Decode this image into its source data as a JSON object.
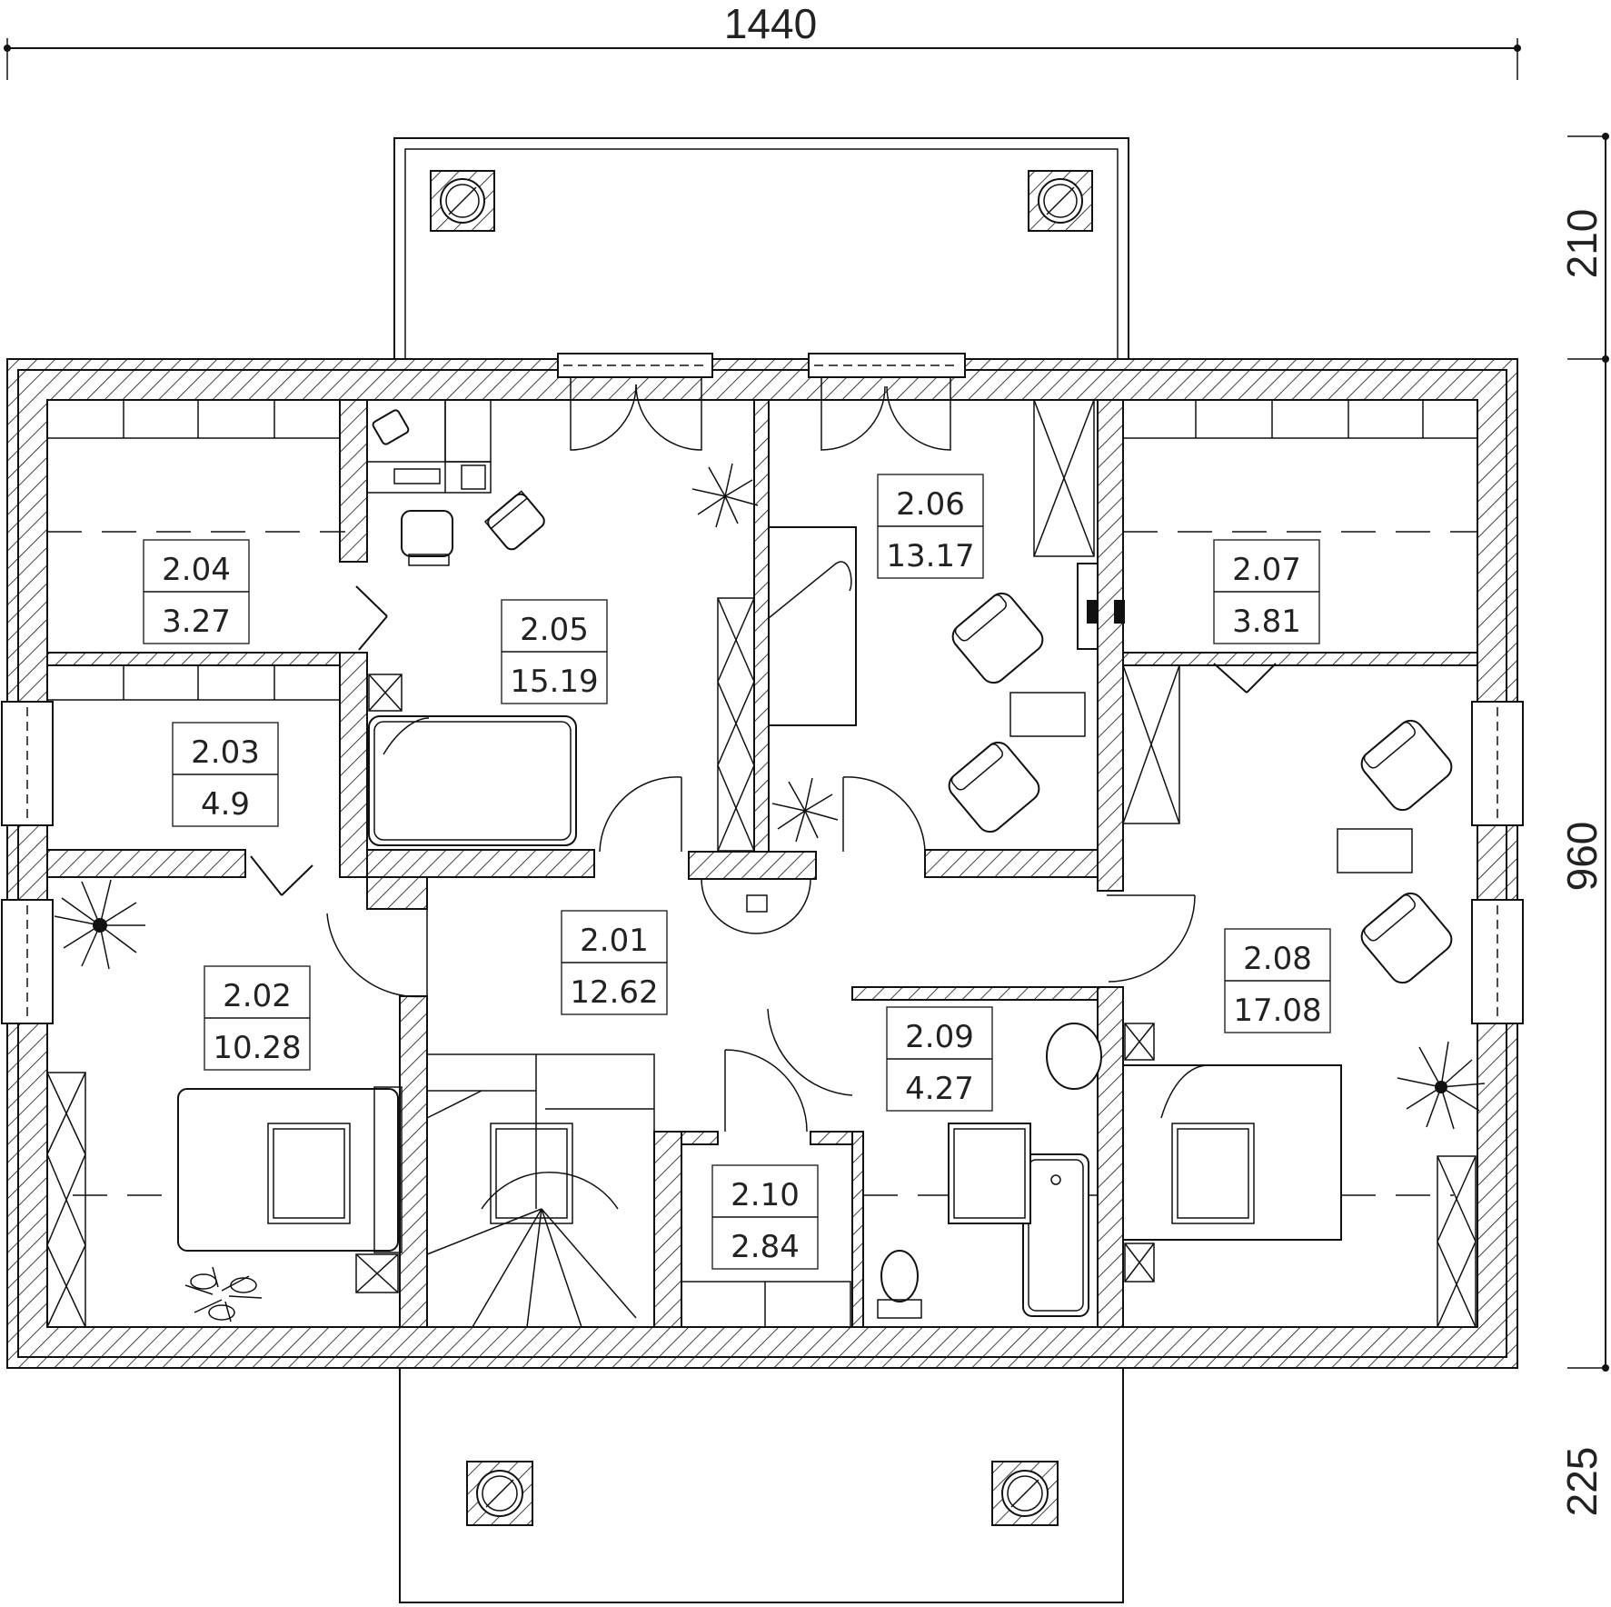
{
  "dimensions": {
    "top_width": "1440",
    "right_top": "210",
    "right_middle": "960",
    "right_bottom": "225"
  },
  "rooms": [
    {
      "id": "2.01",
      "area": "12.62"
    },
    {
      "id": "2.02",
      "area": "10.28"
    },
    {
      "id": "2.03",
      "area": "4.9"
    },
    {
      "id": "2.04",
      "area": "3.27"
    },
    {
      "id": "2.05",
      "area": "15.19"
    },
    {
      "id": "2.06",
      "area": "13.17"
    },
    {
      "id": "2.07",
      "area": "3.81"
    },
    {
      "id": "2.08",
      "area": "17.08"
    },
    {
      "id": "2.09",
      "area": "4.27"
    },
    {
      "id": "2.10",
      "area": "2.84"
    }
  ]
}
